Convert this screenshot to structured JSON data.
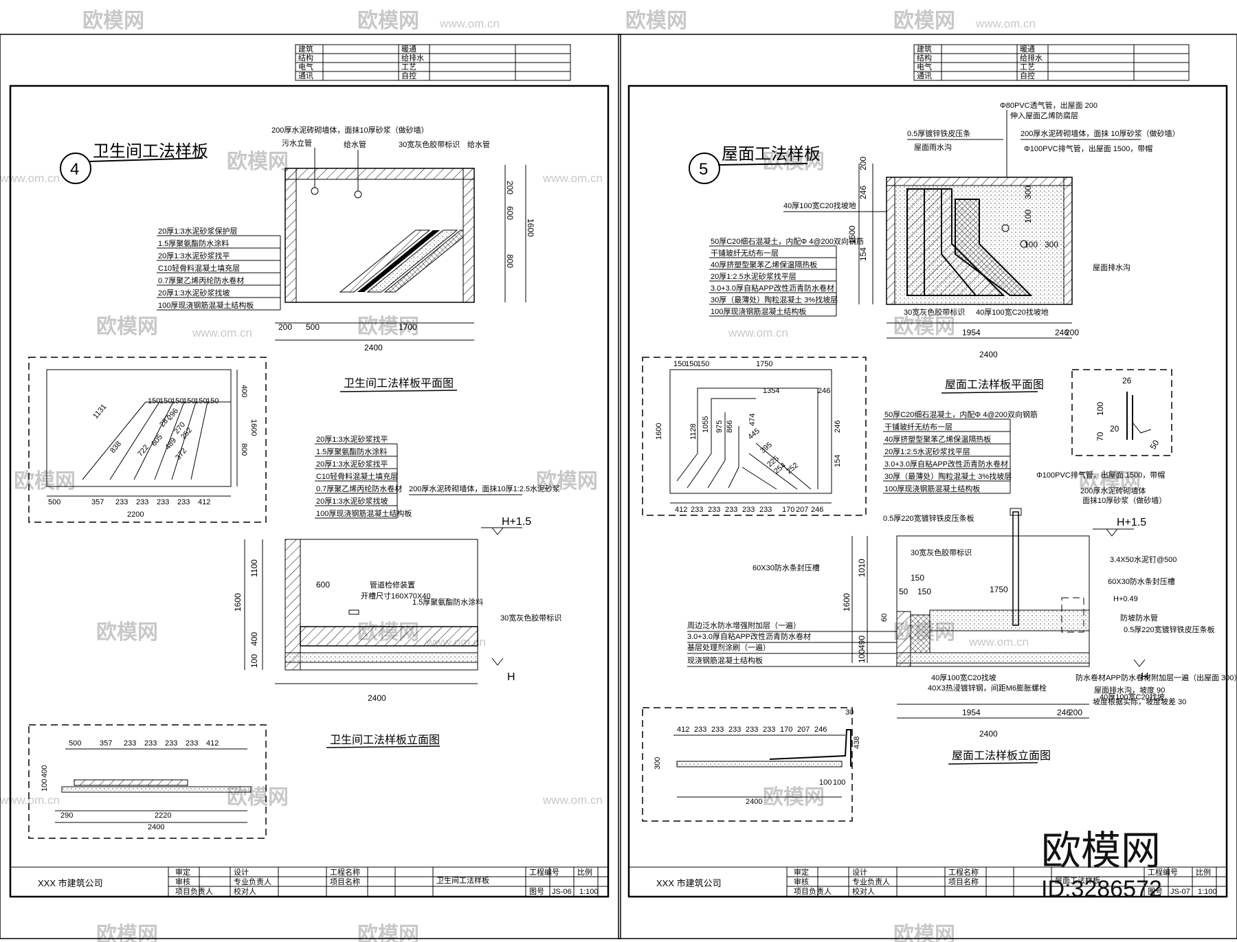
{
  "watermark": {
    "brand": "欧模网",
    "url": "www.om.cn"
  },
  "brand_mark": {
    "name": "欧模网",
    "id": "ID:3286572"
  },
  "sheets": [
    {
      "header_rows": [
        [
          "建筑",
          "",
          "暖通",
          ""
        ],
        [
          "结构",
          "",
          "给排水",
          ""
        ],
        [
          "电气",
          "",
          "工艺",
          ""
        ],
        [
          "通讯",
          "",
          "自控",
          ""
        ]
      ],
      "circle_no": "4",
      "main_title": "卫生间工法样板",
      "plan_caption": "卫生间工法样板平面图",
      "elev_caption": "卫生间工法样板立面图",
      "labels_top": [
        "200厚水泥砖砌墙体，面抹10厚砂浆（做砂墙）",
        "污水立管",
        "给水管",
        "30宽灰色胶带标识",
        "给水管"
      ],
      "layers": [
        "20厚1:3水泥砂浆保护层",
        "1.5厚聚氨酯防水涂料",
        "20厚1:3水泥砂浆找平",
        "C10轻骨料混凝土填充层",
        "0.7厚聚乙烯丙纶防水卷材",
        "20厚1:3水泥砂浆找坡",
        "100厚现浇钢筋混凝土结构板"
      ],
      "dims_right": [
        "200",
        "600",
        "800",
        "1600"
      ],
      "dims_bottom": [
        "200",
        "500",
        "1700",
        "2400"
      ],
      "plan_dims_top": [
        "150",
        "150",
        "150",
        "150",
        "150",
        "150"
      ],
      "plan_dims_diag": [
        "1131",
        "838",
        "722",
        "605",
        "489",
        "372",
        "296",
        "270",
        "252",
        "287"
      ],
      "plan_dims_bottom": [
        "500",
        "357",
        "233",
        "233",
        "233",
        "233",
        "412",
        "2200"
      ],
      "plan_dims_right": [
        "400",
        "800",
        "1600"
      ],
      "elev_layers": [
        "20厚1:3水泥砂浆找平",
        "1.5厚聚氨酯防水涂料",
        "20厚1:3水泥砂浆找平",
        "C10轻骨料混凝土填充层",
        "0.7厚聚乙烯丙纶防水卷材",
        "20厚1:3水泥砂浆找坡",
        "100厚现浇钢筋混凝土结构板"
      ],
      "elev_notes": [
        "200厚水泥砖砌墙体，面抹10厚1:2.5水泥砂浆",
        "管道检修装置",
        "开槽尺寸160X70X40",
        "1.5厚聚氨酯防水涂料",
        "30宽灰色胶带标识",
        "600"
      ],
      "elev_levels": [
        "H+1.5",
        "H"
      ],
      "elev_dims": [
        "1100",
        "400",
        "100",
        "1600",
        "2400"
      ],
      "mini_dims": [
        "500",
        "357",
        "233",
        "233",
        "233",
        "233",
        "412",
        "290",
        "2220",
        "2400",
        "400",
        "100"
      ],
      "title_block": {
        "company": "XXX 市建筑公司",
        "c1": [
          "审定",
          "审核",
          "项目负责人"
        ],
        "c2": [
          "设计",
          "专业负责人",
          "校对人"
        ],
        "c3": [
          "工程名称",
          "项目名称"
        ],
        "drawing": "卫生间工法样板",
        "c5": [
          "工程编号",
          "图号",
          "JS-06"
        ],
        "c6": [
          "比例",
          "1:100"
        ]
      }
    },
    {
      "header_rows": [
        [
          "建筑",
          "",
          "暖通",
          ""
        ],
        [
          "结构",
          "",
          "给排水",
          ""
        ],
        [
          "电气",
          "",
          "工艺",
          ""
        ],
        [
          "通讯",
          "",
          "自控",
          ""
        ]
      ],
      "circle_no": "5",
      "main_title": "屋面工法样板",
      "plan_caption": "屋面工法样板平面图",
      "elev_caption": "屋面工法样板立面图",
      "labels_top": [
        "Φ80PVC透气管，出屋面 200",
        "伸入屋面乙烯防腐层",
        "0.5厚镀锌铁皮压条",
        "屋面雨水沟",
        "200厚水泥砖砌墙体，面抹 10厚砂浆（做砂墙）",
        "Φ100PVC排气管，出屋面 1500，带帽",
        "40厚100宽C20找坡地",
        "屋面排水沟",
        "40厚100宽C20找坡地",
        "30宽灰色胶带标识"
      ],
      "layers": [
        "50厚C20细石混凝土，内配Φ 4@200双向钢筋",
        "干铺玻纤无纺布一层",
        "40厚挤塑型聚苯乙烯保温隔热板",
        "20厚1:2.5水泥砂浆找平层",
        "3.0+3.0厚自粘APP改性沥青防水卷材",
        "30厚（最薄处）陶粒混凝土 3%找坡层",
        "100厚现浇钢筋混凝土结构板"
      ],
      "dims_left": [
        "200",
        "246",
        "154",
        "1600"
      ],
      "dims_inner": [
        "300",
        "100",
        "100",
        "300"
      ],
      "dims_bottom": [
        "1954",
        "246",
        "200",
        "2400"
      ],
      "plan_dims_top": [
        "150",
        "150",
        "150",
        "1750",
        "1354",
        "246"
      ],
      "plan_dims_diag": [
        "1128",
        "1055",
        "975",
        "866",
        "474",
        "445",
        "395",
        "225",
        "254",
        "252"
      ],
      "plan_dims_bottom": [
        "412",
        "233",
        "233",
        "233",
        "233",
        "233",
        "170",
        "207",
        "246"
      ],
      "plan_dims_left": [
        "1600",
        "154",
        "246"
      ],
      "detail_dims": [
        "26",
        "100",
        "20",
        "70",
        "50"
      ],
      "elev_layers": [
        "50厚C20细石混凝土，内配Φ 4@200双向钢筋",
        "干铺玻纤无纺布一层",
        "40厚挤塑型聚苯乙烯保温隔热板",
        "20厚1:2.5水泥砂浆找平层",
        "3.0+3.0厚自粘APP改性沥青防水卷材",
        "30厚（最薄处）陶粒混凝土 3%找坡层",
        "100厚现浇钢筋混凝土结构板"
      ],
      "elev_notes": [
        "Φ100PVC排气管，出屋面 1500，带帽",
        "200厚水泥砖砌墙体",
        "面抹10厚砂浆（做砂墙）",
        "0.5厚220宽镀锌铁皮压条板",
        "30宽灰色胶带标识",
        "60X30防水条封压槽",
        "3.4X50水泥钉@500",
        "60X30防水条封压槽",
        "H+0.49",
        "防坡防水管",
        "0.5厚220宽镀锌铁皮压条板",
        "周边泛水防水增强附加层（一遍）",
        "3.0+3.0厚自粘APP改性沥青防水卷材",
        "基层处理剂涂刷（一遍）",
        "现浇钢筋混凝土结构板",
        "40厚100宽C20找坡",
        "40X3热浸镀锌钢，间距M6膨胀螺栓",
        "防水卷材APP防水卷材附加层一遍（出屋面 300）",
        "40厚100宽C20找坡",
        "屋面排水沟，坡度 90",
        "坡度根据实际，坡度坡差 30"
      ],
      "elev_levels": [
        "H+1.5",
        "H"
      ],
      "elev_dims": [
        "1010",
        "1600",
        "100",
        "490",
        "60",
        "50",
        "150",
        "150",
        "1750",
        "1954",
        "246",
        "200",
        "2400"
      ],
      "mini_dims": [
        "412",
        "233",
        "233",
        "233",
        "233",
        "233",
        "170",
        "207",
        "246",
        "30",
        "438",
        "100",
        "100",
        "300",
        "2400"
      ],
      "title_block": {
        "company": "XXX 市建筑公司",
        "c1": [
          "审定",
          "审核",
          "项目负责人"
        ],
        "c2": [
          "设计",
          "专业负责人",
          "校对人"
        ],
        "c3": [
          "工程名称",
          "项目名称"
        ],
        "drawing": "屋面工法样板",
        "c5": [
          "工程编号",
          "图号",
          "JS-07"
        ],
        "c6": [
          "比例",
          "1:100"
        ]
      }
    }
  ]
}
